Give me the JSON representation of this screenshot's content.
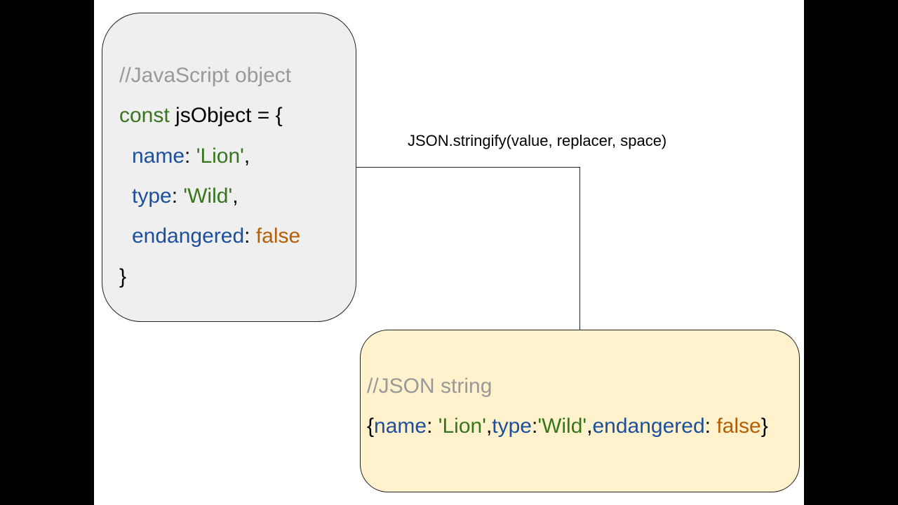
{
  "colors": {
    "background": "#000000",
    "slide": "#ffffff",
    "js_box_fill": "#efefef",
    "json_box_fill": "#fff2cc",
    "comment": "#999999",
    "keyword": "#38761d",
    "key": "#1c4f9c",
    "string": "#38761d",
    "boolean": "#b45f06",
    "text": "#000000"
  },
  "js_box": {
    "comment": "//JavaScript object",
    "decl_keyword": "const",
    "decl_rest": " jsObject = {",
    "props": [
      {
        "key": "name",
        "sep": ": ",
        "value": "'Lion'",
        "trail": ","
      },
      {
        "key": "type",
        "sep": ": ",
        "value": "'Wild'",
        "trail": ","
      },
      {
        "key": "endangered",
        "sep": ": ",
        "value": "false",
        "trail": ""
      }
    ],
    "close": "}"
  },
  "connector": {
    "label": "JSON.stringify(value, replacer, space)"
  },
  "json_box": {
    "comment": "//JSON string",
    "open": "{",
    "k1": "name",
    "s1": ": ",
    "v1": "'Lion'",
    "c1": ",",
    "k2": "type",
    "s2": ":",
    "v2": "'Wild'",
    "c2": ",",
    "k3": "endangered",
    "s3": ": ",
    "v3": "false",
    "close": "}"
  }
}
